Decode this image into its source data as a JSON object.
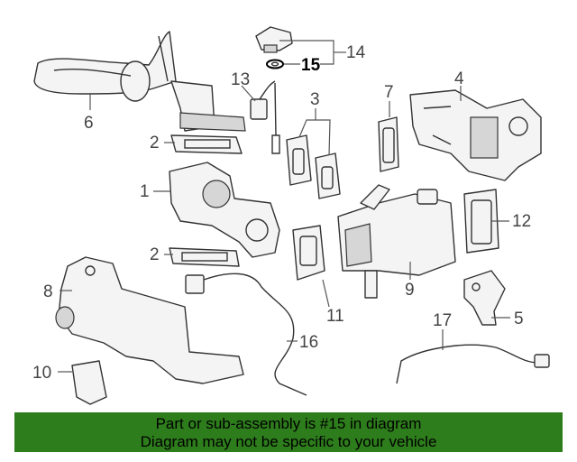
{
  "callouts": {
    "c1": "1",
    "c2a": "2",
    "c2b": "2",
    "c3": "3",
    "c4": "4",
    "c5": "5",
    "c6": "6",
    "c7": "7",
    "c8": "8",
    "c9": "9",
    "c10": "10",
    "c11": "11",
    "c12": "12",
    "c13": "13",
    "c14": "14",
    "c15": "15",
    "c16": "16",
    "c17": "17"
  },
  "banner": {
    "line1": "Part or sub-assembly is #15 in diagram",
    "line2": "Diagram may not be specific to your vehicle",
    "background": "#2e7d1c"
  },
  "highlighted_part": "15"
}
